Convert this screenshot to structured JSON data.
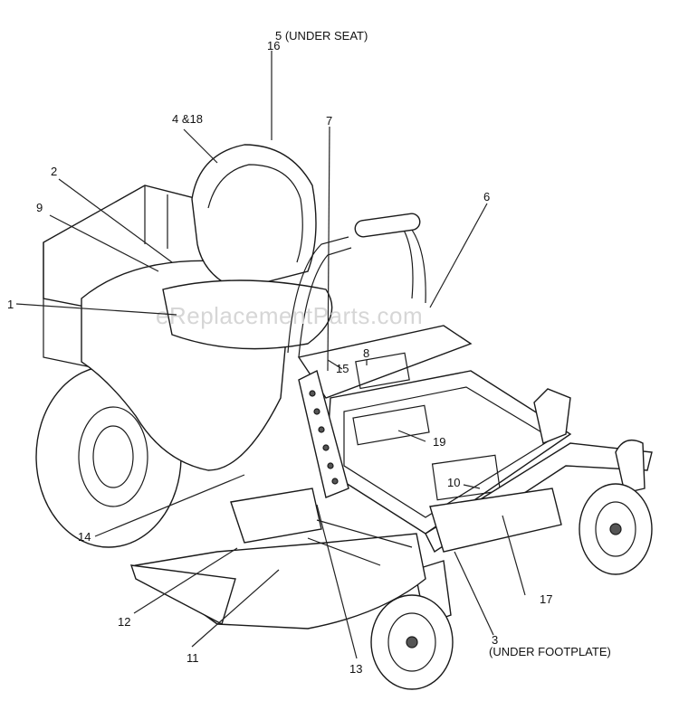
{
  "watermark": "eReplacementParts.com",
  "callouts": {
    "c5": "5 (UNDER SEAT)",
    "c16": "16",
    "c4_18": "4 &18",
    "c7": "7",
    "c2": "2",
    "c9": "9",
    "c6": "6",
    "c1": "1",
    "c8": "8",
    "c15": "15",
    "c19": "19",
    "c10": "10",
    "c14": "14",
    "c17": "17",
    "c12": "12",
    "c3": "3",
    "c3_note": "(UNDER FOOTPLATE)",
    "c11": "11",
    "c13": "13"
  }
}
